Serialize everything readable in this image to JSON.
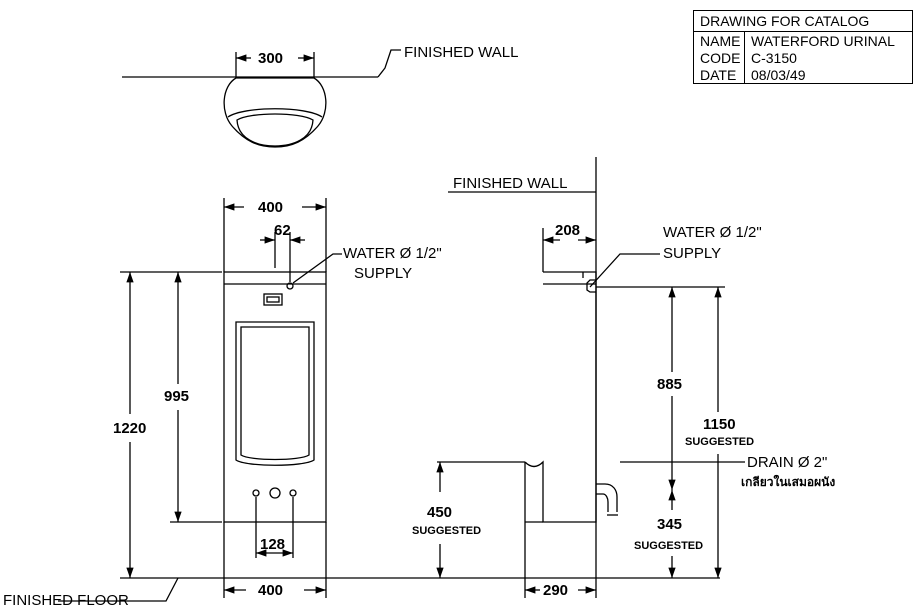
{
  "title_block": {
    "heading": "DRAWING FOR CATALOG",
    "rows": [
      {
        "key": "NAME",
        "value": "WATERFORD URINAL"
      },
      {
        "key": "CODE",
        "value": "C-3150"
      },
      {
        "key": "DATE",
        "value": "08/03/49"
      }
    ]
  },
  "labels": {
    "finished_wall_top": "FINISHED WALL",
    "finished_wall_side": "FINISHED WALL",
    "finished_floor": "FINISHED FLOOR",
    "water_front_line1": "WATER Ø 1/2\"",
    "water_front_line2": "SUPPLY",
    "water_side_line1": "WATER Ø 1/2\"",
    "water_side_line2": "SUPPLY",
    "drain_line1": "DRAIN Ø 2\"",
    "drain_line2": "เกลียวในเสมอผนัง",
    "suggested_450": "SUGGESTED",
    "suggested_1150": "SUGGESTED",
    "suggested_345": "SUGGESTED"
  },
  "dimensions": {
    "top_width": "300",
    "front_width_top": "400",
    "front_offset": "62",
    "front_height_total": "1220",
    "front_height_inner": "995",
    "front_bottom_spacing": "128",
    "front_width_bottom": "400",
    "side_depth_top": "208",
    "side_supply_height": "885",
    "side_total_suggested": "1150",
    "side_rim_height": "450",
    "side_drain_height": "345",
    "side_depth_bottom": "290"
  }
}
